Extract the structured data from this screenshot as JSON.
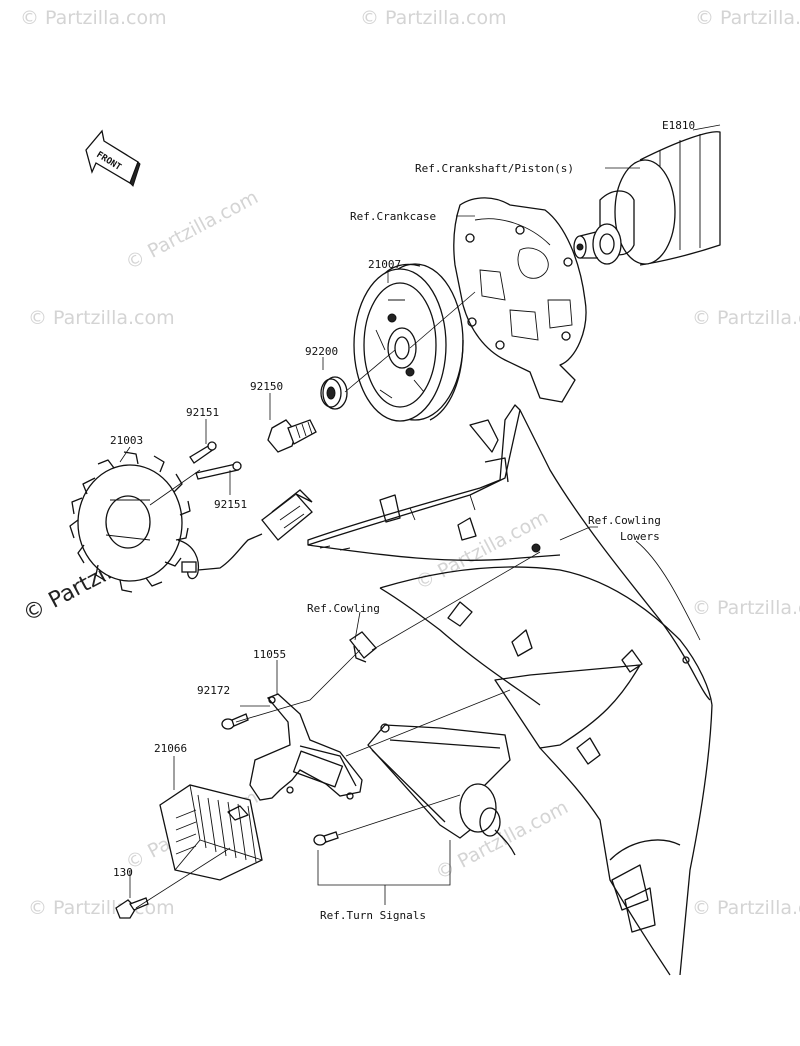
{
  "diagram_code": "E1810",
  "front_label": "FRONT",
  "watermark": "© Partzilla.com",
  "labels": {
    "crankshaft": "Ref.Crankshaft/Piston(s)",
    "crankcase": "Ref.Crankcase",
    "rotor": "21007",
    "washer": "92200",
    "bolt_rotor": "92150",
    "bolt_top": "92151",
    "bolt_mid": "92151",
    "stator": "21003",
    "cowling_lowers_1": "Ref.Cowling",
    "cowling_lowers_2": "Lowers",
    "cowling": "Ref.Cowling",
    "bracket": "11055",
    "screw": "92172",
    "regulator": "21066",
    "bolt_reg": "130",
    "turn_signals": "Ref.Turn Signals"
  }
}
